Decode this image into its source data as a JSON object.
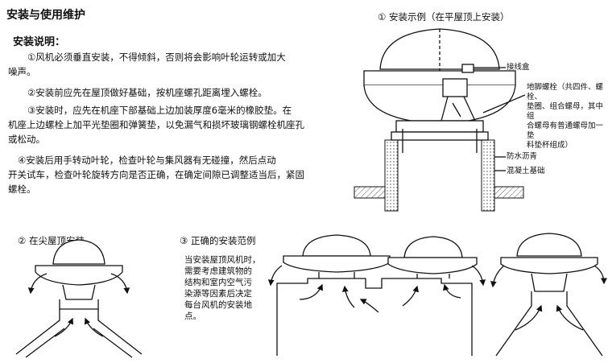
{
  "heading": "安装与使用维护",
  "instructions": {
    "title": "安装说明：",
    "items": [
      "①风机必须垂直安装，不得倾斜，否则将会影响叶轮运转或加大",
      "噪声。",
      "②安装前应先在屋顶做好基础，按机座螺孔距离埋入螺栓。",
      "③安装时，应先在机座下部基础上边加装厚度6毫米的橡胶垫。在",
      "机座上边螺栓上加平光垫圈和弹簧垫，以免漏气和损坏玻璃钢螺栓机座孔",
      "或松动。",
      "④安装后用手转动叶轮，检查叶轮与集风器有无碰撞，然后点动",
      "开关试车，检查叶轮旋转方向是否正确，在确定间隙已调整适当后，紧固",
      "螺栓。"
    ]
  },
  "figure1": {
    "caption": "① 安装示例（在平屋顶上安装）",
    "callouts": {
      "junction_box": "接线盒",
      "anchor_bolt": [
        "地脚螺栓（共四件、螺栓、",
        "垫圈、组合螺母，其中组",
        "合螺母有普通螺母加一垫",
        "料垫杯组成）"
      ],
      "waterproof": "防水沥青",
      "concrete": "混凝土基础"
    }
  },
  "figure2": {
    "caption": "② 在尖屋顶安装"
  },
  "figure3": {
    "caption": "③ 正确的安装范例",
    "note": [
      "当安装屋顶风机时，",
      "需要考虑建筑物的",
      "结构和室内空气污",
      "染源等因素后决定",
      "每台风机的安装地",
      "点。"
    ]
  }
}
